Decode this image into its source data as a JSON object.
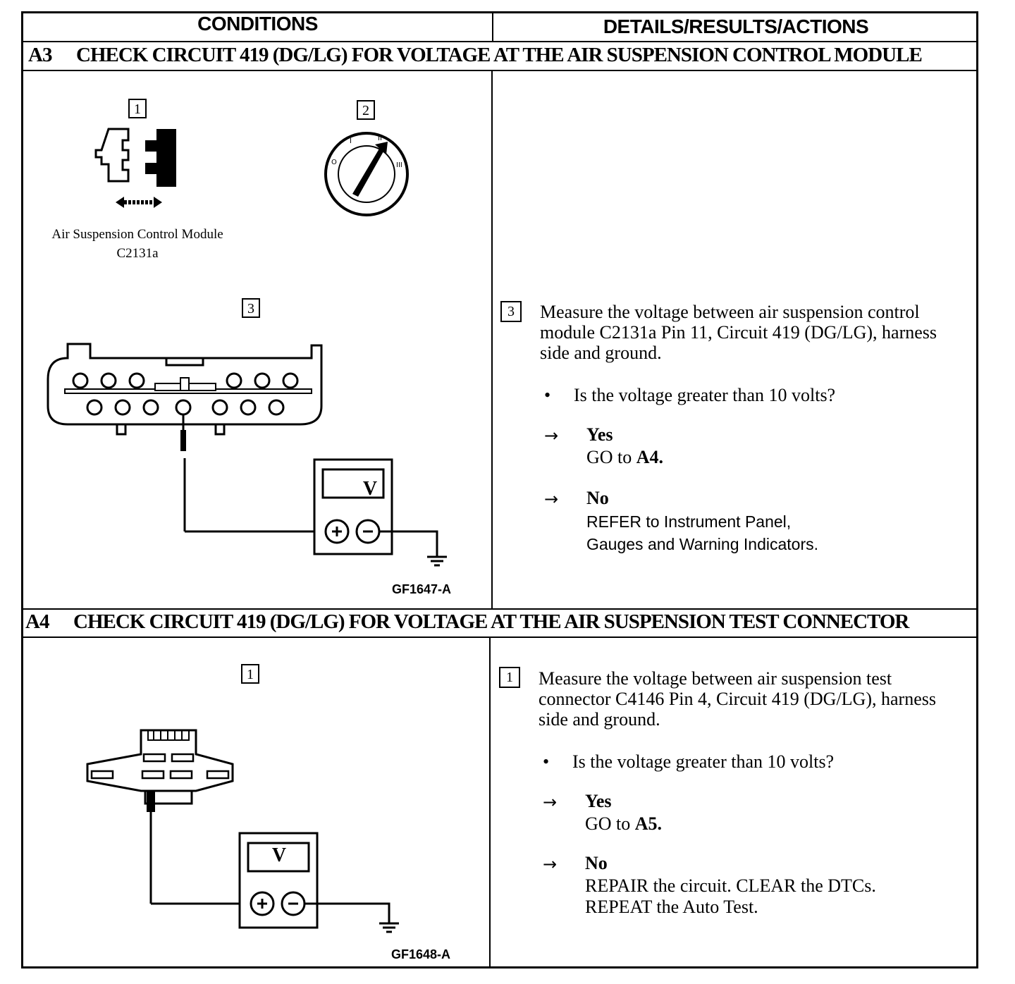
{
  "header": {
    "conditions": "CONDITIONS",
    "details": "DETAILS/RESULTS/ACTIONS"
  },
  "a3": {
    "code": "A3",
    "title": "CHECK CIRCUIT 419 (DG/LG) FOR VOLTAGE AT THE AIR SUSPENSION CONTROL MODULE",
    "step1_label": "1",
    "step2_label": "2",
    "step3_label": "3",
    "module_caption": "Air Suspension Control Module",
    "module_connector": "C2131a",
    "meter_unit": "V",
    "figure_id": "GF1647-A",
    "ignition_marks": [
      "O",
      "I",
      "II",
      "III"
    ],
    "detail_step": "3",
    "detail_text": "Measure the voltage between air suspension control module C2131a Pin 11, Circuit 419 (DG/LG), harness side and ground.",
    "question": "Is the voltage greater than 10 volts?",
    "yes_label": "Yes",
    "yes_action_prefix": "GO to ",
    "yes_action_target": "A4.",
    "no_label": "No",
    "no_action_line1": "REFER to Instrument Panel,",
    "no_action_line2": "Gauges and Warning Indicators."
  },
  "a4": {
    "code": "A4",
    "title": "CHECK CIRCUIT 419 (DG/LG) FOR VOLTAGE AT THE AIR SUSPENSION TEST CONNECTOR",
    "step1_label": "1",
    "meter_unit": "V",
    "figure_id": "GF1648-A",
    "detail_step": "1",
    "detail_text": "Measure the voltage between air suspension test connector C4146 Pin 4, Circuit 419 (DG/LG), harness side and ground.",
    "question": "Is the voltage greater than 10 volts?",
    "yes_label": "Yes",
    "yes_action_prefix": "GO to ",
    "yes_action_target": "A5.",
    "no_label": "No",
    "no_action_line1": "REPAIR the circuit. CLEAR the DTCs.",
    "no_action_line2": "REPEAT the Auto Test."
  },
  "icons": [
    "connector-icon",
    "ignition-switch-icon",
    "module-connector-icon",
    "voltmeter-icon",
    "ground-icon",
    "test-connector-icon"
  ]
}
